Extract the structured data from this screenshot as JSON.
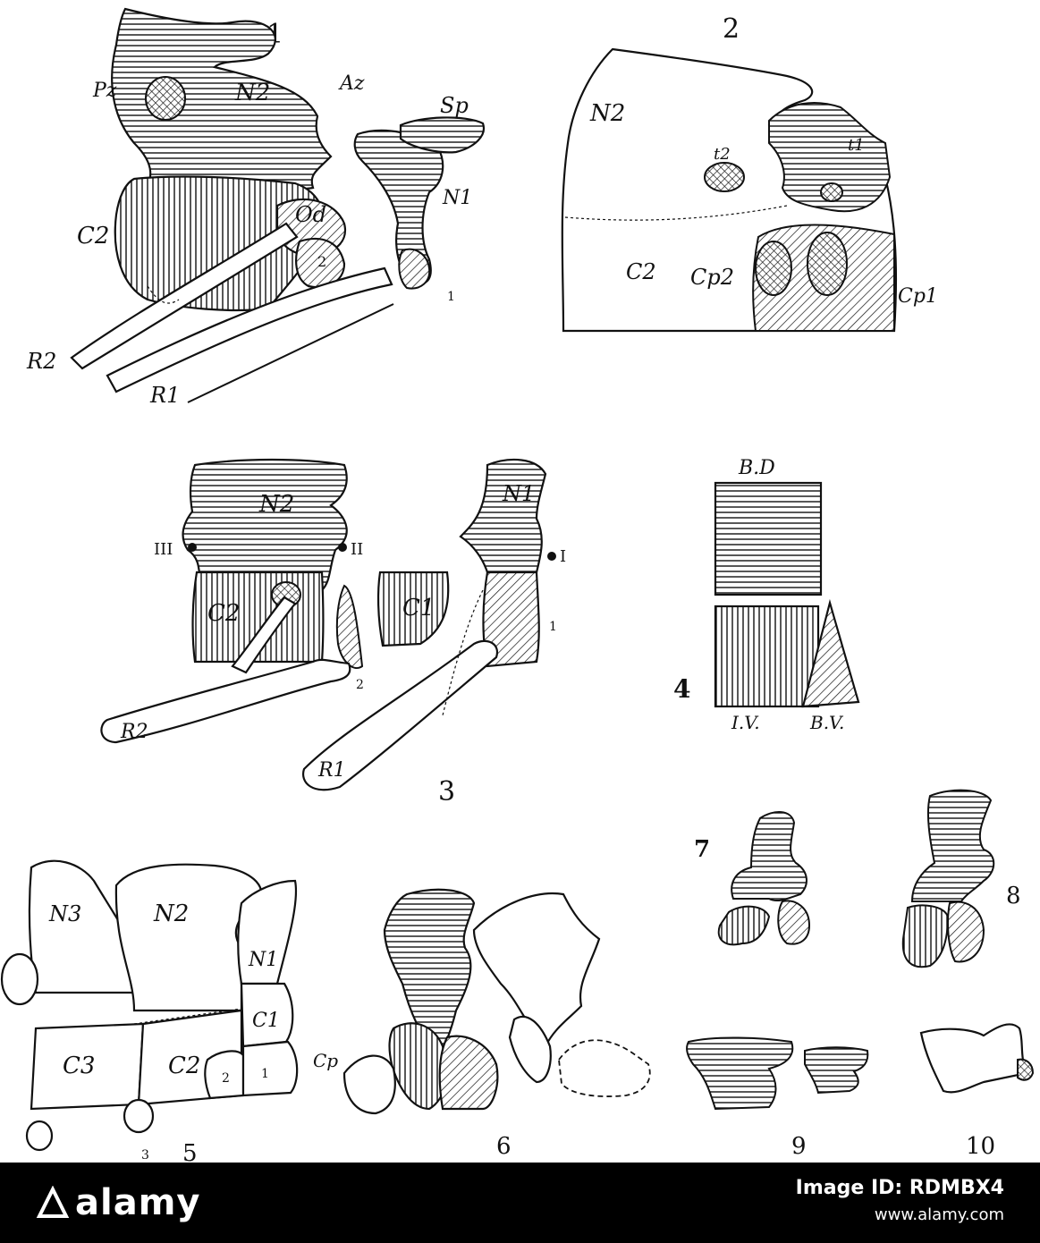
{
  "figures": [
    {
      "number": "1",
      "labels": [
        "Pz",
        "N2",
        "Az",
        "Sp",
        "Od",
        "N1",
        "C2",
        "2",
        "1",
        "R2",
        "R1"
      ]
    },
    {
      "number": "2",
      "labels": [
        "N2",
        "t2",
        "t1",
        "C2",
        "Cp2",
        "Cp1"
      ]
    },
    {
      "number": "3",
      "labels": [
        "N2",
        "III",
        "II",
        "N1",
        "I",
        "C2",
        "C1",
        "2",
        "1",
        "R2",
        "R1"
      ]
    },
    {
      "number": "4",
      "labels": [
        "B.D",
        "I.V.",
        "B.V."
      ]
    },
    {
      "number": "5",
      "labels": [
        "N3",
        "N2",
        "N1",
        "C3",
        "C2",
        "C1",
        "2",
        "1",
        "3"
      ]
    },
    {
      "number": "6",
      "labels": [
        "Cp"
      ]
    },
    {
      "number": "7",
      "labels": []
    },
    {
      "number": "8",
      "labels": []
    },
    {
      "number": "9",
      "labels": []
    },
    {
      "number": "10",
      "labels": []
    }
  ],
  "footer": {
    "brand": "alamy",
    "image_id": "Image ID: RDMBX4",
    "site": "www.alamy.com"
  },
  "colors": {
    "ink": "#111111",
    "footer_bg": "#000000",
    "footer_text": "#ffffff"
  }
}
